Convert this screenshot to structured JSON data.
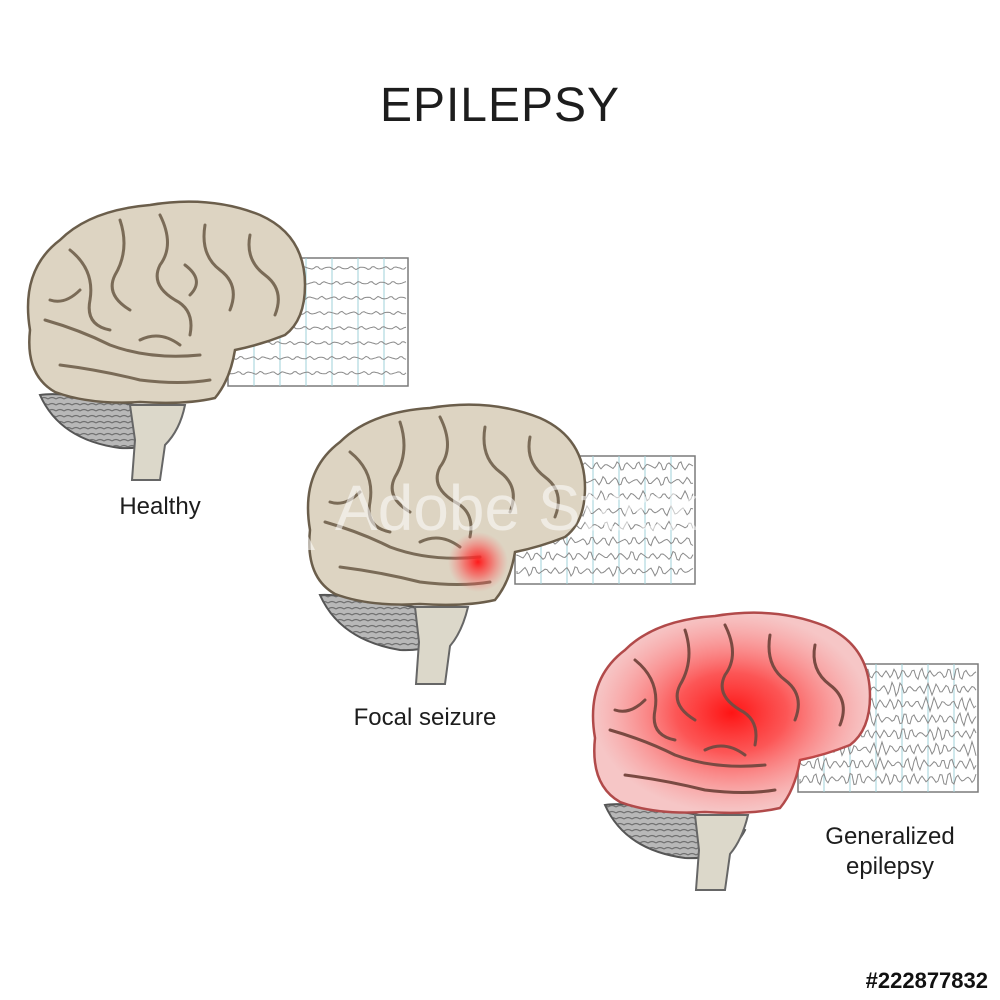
{
  "title": "EPILEPSY",
  "panels": [
    {
      "label": "Healthy",
      "state": "normal"
    },
    {
      "label": "Focal seizure",
      "state": "focal"
    },
    {
      "label": "Generalized epilepsy",
      "label_lines": [
        "Generalized",
        "epilepsy"
      ],
      "state": "generalized"
    }
  ],
  "watermark_text": "Adobe Stock",
  "stock_id": "#222877832",
  "colors": {
    "brain_fill": "#ddd4c2",
    "brain_outline": "#6b5e4b",
    "sulci": "#7a6b57",
    "cerebellum": "#9a9a9a",
    "brainstem": "#d9d5c6",
    "seizure_red": "#ff1a1a",
    "eeg_grid": "#9fd0d8",
    "eeg_wave": "#8a8a8a"
  }
}
